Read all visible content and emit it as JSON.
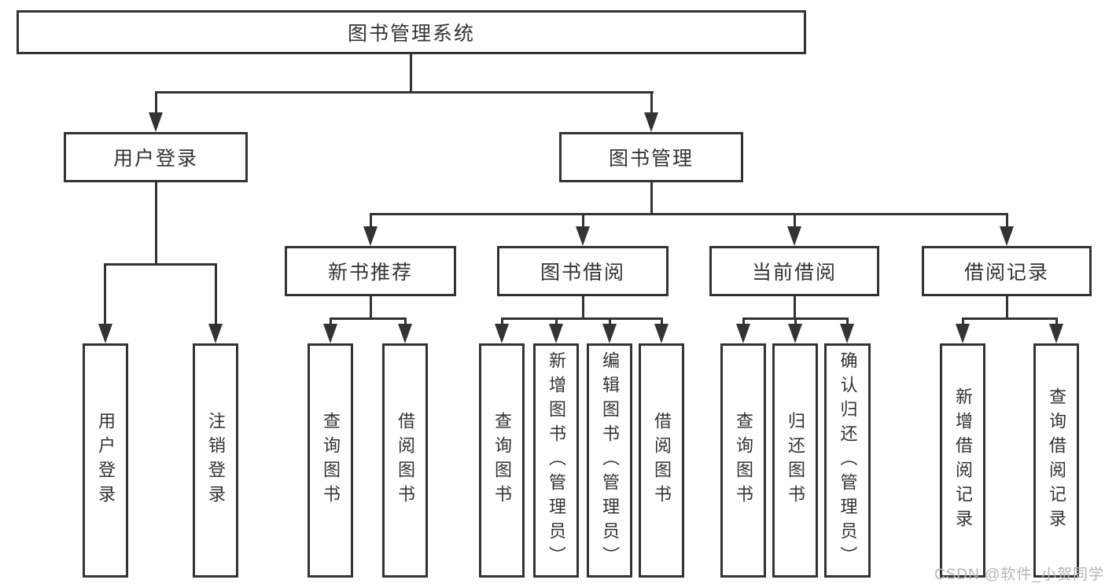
{
  "diagram": {
    "title": "图书管理系统",
    "root": {
      "label": "图书管理系统"
    },
    "level2": [
      {
        "label": "用户登录",
        "children": [
          "用户登录",
          "注销登录"
        ]
      },
      {
        "label": "图书管理"
      }
    ],
    "level3": [
      {
        "label": "新书推荐",
        "children": [
          "查询图书",
          "借阅图书"
        ]
      },
      {
        "label": "图书借阅",
        "children": [
          "查询图书",
          "新增图书（管理员）",
          "编辑图书（管理员）",
          "借阅图书"
        ]
      },
      {
        "label": "当前借阅",
        "children": [
          "查询图书",
          "归还图书",
          "确认归还（管理员）"
        ]
      },
      {
        "label": "借阅记录",
        "children": [
          "新增借阅记录",
          "查询借阅记录"
        ]
      }
    ]
  },
  "watermark": {
    "text": "CSDN @软件_小贺同学"
  },
  "colors": {
    "line": "#333333",
    "text": "#333333",
    "background": "#ffffff",
    "watermark": "#b5b5b5"
  }
}
